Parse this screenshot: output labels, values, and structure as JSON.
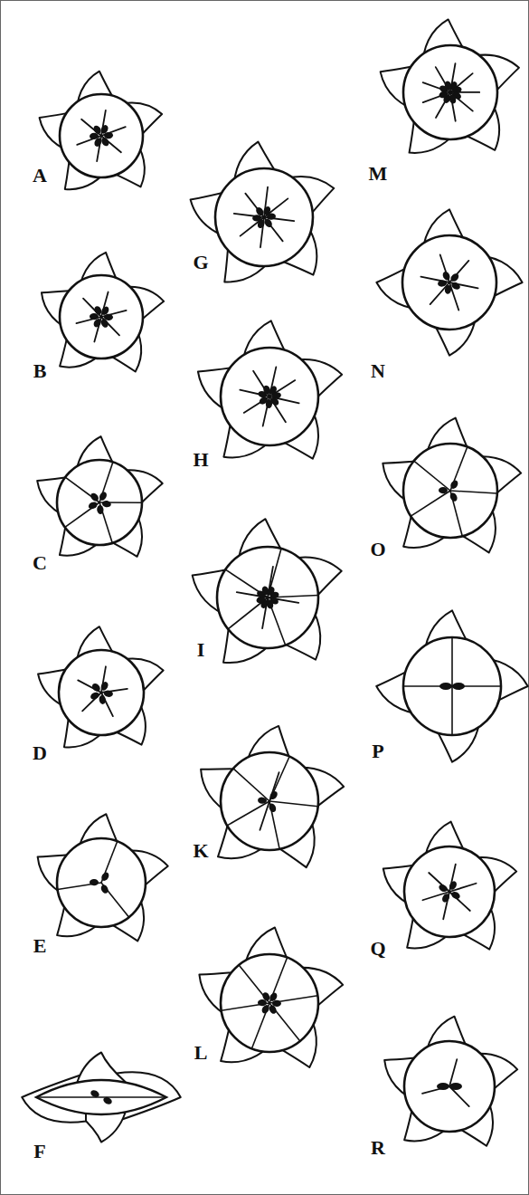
{
  "diagram": {
    "labels": [
      "A",
      "B",
      "C",
      "D",
      "E",
      "F",
      "G",
      "H",
      "I",
      "K",
      "L",
      "M",
      "N",
      "O",
      "P",
      "Q",
      "R"
    ]
  }
}
